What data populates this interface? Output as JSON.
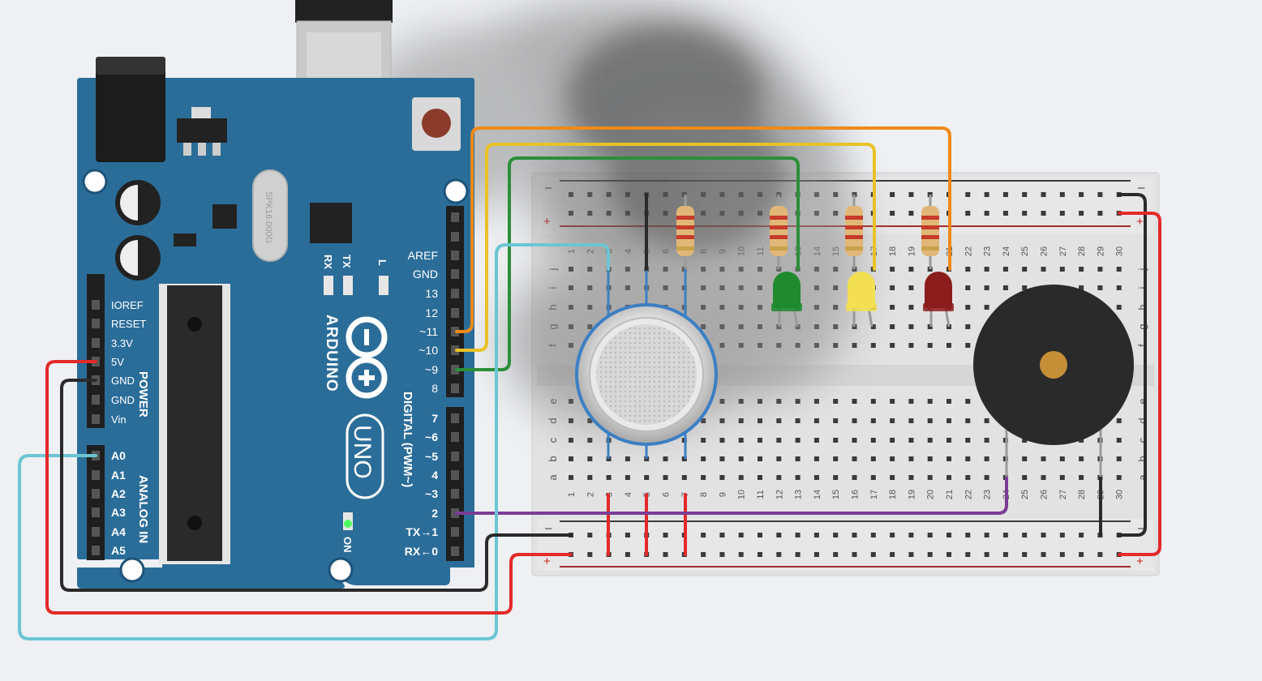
{
  "arduino": {
    "brand": "ARDUINO",
    "model": "UNO",
    "crystal_text": "SPK16.000G",
    "rx_label": "RX",
    "tx_label": "TX",
    "l_label": "L",
    "on_label": "ON",
    "power_header": "POWER",
    "analog_header": "ANALOG IN",
    "digital_header": "DIGITAL (PWM~)",
    "power_pins": [
      "IOREF",
      "RESET",
      "3.3V",
      "5V",
      "GND",
      "GND",
      "Vin"
    ],
    "analog_pins": [
      "A0",
      "A1",
      "A2",
      "A3",
      "A4",
      "A5"
    ],
    "digital_pins_top": [
      "AREF",
      "GND",
      "13",
      "12",
      "~11",
      "~10",
      "~9",
      "8"
    ],
    "digital_pins_bottom": [
      "7",
      "~6",
      "~5",
      "4",
      "~3",
      "2",
      "TX→1",
      "RX←0"
    ]
  },
  "breadboard": {
    "columns": [
      "1",
      "2",
      "3",
      "4",
      "5",
      "6",
      "7",
      "8",
      "9",
      "10",
      "11",
      "12",
      "13",
      "14",
      "15",
      "16",
      "17",
      "18",
      "19",
      "20",
      "21",
      "22",
      "23",
      "24",
      "25",
      "26",
      "27",
      "28",
      "29",
      "30"
    ],
    "rows_top": [
      "j",
      "i",
      "h",
      "g",
      "f"
    ],
    "rows_bottom": [
      "e",
      "d",
      "c",
      "b",
      "a"
    ],
    "rail_minus": "–",
    "rail_plus": "+"
  },
  "components": {
    "leds": [
      {
        "name": "green-led",
        "color": "#1f8a2e"
      },
      {
        "name": "yellow-led",
        "color": "#f3e052"
      },
      {
        "name": "red-led",
        "color": "#8c1d1d"
      }
    ],
    "buzzer": {
      "name": "piezo-buzzer"
    },
    "sensor": {
      "name": "gas-sensor"
    }
  },
  "colors": {
    "board": "#2b6d99",
    "wire_red": "#e22a2a",
    "wire_black": "#2a2a2a",
    "wire_orange": "#ef8a18",
    "wire_yellow": "#e8c227",
    "wire_green": "#2a8f3a",
    "wire_cyan": "#6cc5d2",
    "wire_purple": "#7b3c96",
    "wire_teal": "#3f8ea0"
  }
}
